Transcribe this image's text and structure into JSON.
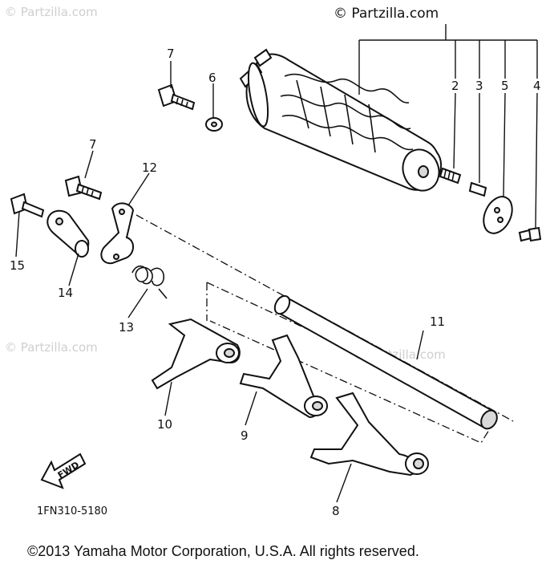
{
  "watermarks": {
    "top_left": "© Partzilla.com",
    "top_right": "© Partzilla.com",
    "mid_left": "© Partzilla.com",
    "mid_right": "© Partzilla.com"
  },
  "callouts": {
    "c2": "2",
    "c3": "3",
    "c4": "4",
    "c5": "5",
    "c6": "6",
    "c7a": "7",
    "c7b": "7",
    "c8": "8",
    "c9": "9",
    "c10": "10",
    "c11": "11",
    "c12": "12",
    "c13": "13",
    "c14": "14",
    "c15": "15"
  },
  "fwd_label": "FWD",
  "diagram_code": "1FN310-5180",
  "copyright": "©2013  Yamaha Motor Corporation, U.S.A. All rights reserved."
}
